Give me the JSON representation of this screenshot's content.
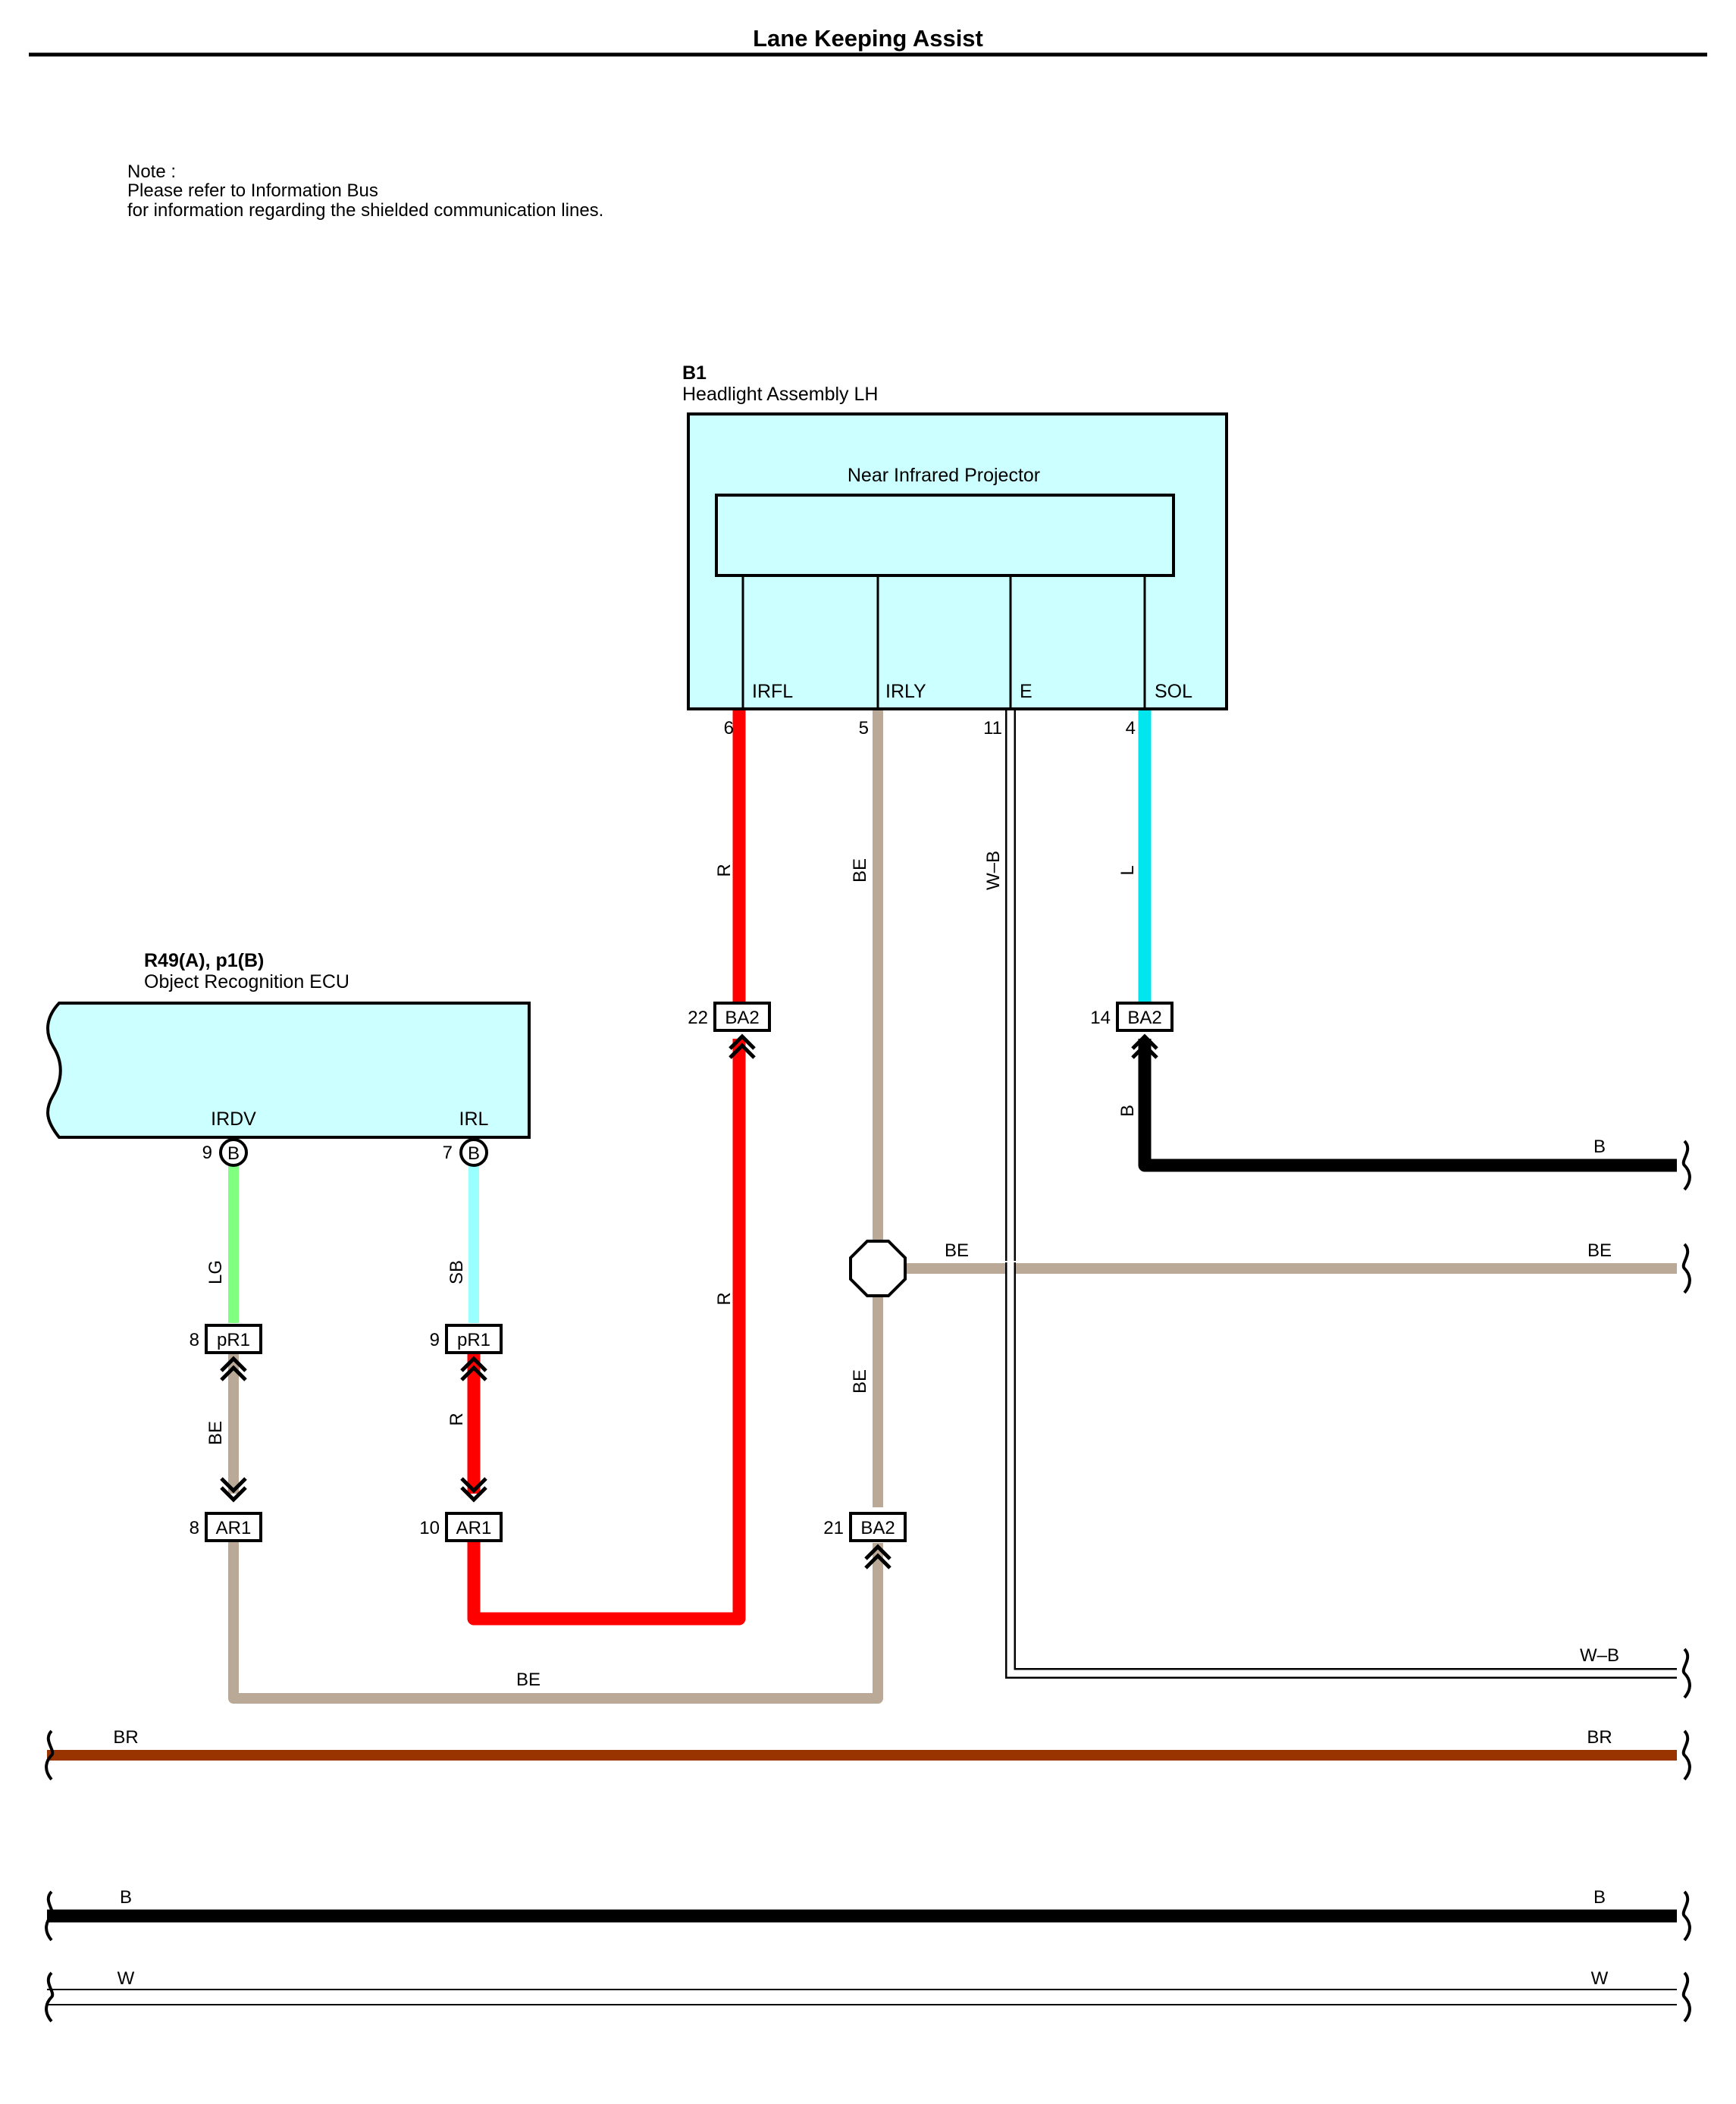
{
  "title": "Lane Keeping Assist",
  "note": {
    "line1": "Note :",
    "line2": "Please refer to Information Bus",
    "line3": "for information regarding the shielded communication lines."
  },
  "headlight": {
    "code": "B1",
    "name": "Headlight Assembly LH",
    "inner": "Near Infrared Projector",
    "terms": [
      {
        "name": "IRFL",
        "pin": "6"
      },
      {
        "name": "IRLY",
        "pin": "5"
      },
      {
        "name": "E",
        "pin": "11"
      },
      {
        "name": "SOL",
        "pin": "4"
      }
    ]
  },
  "ecu": {
    "code": "R49(A), p1(B)",
    "name": "Object Recognition ECU",
    "terms": [
      {
        "name": "IRDV",
        "pin": "9",
        "conn": "B"
      },
      {
        "name": "IRL",
        "pin": "7",
        "conn": "B"
      }
    ]
  },
  "connectors": {
    "ba2_22": {
      "pin": "22",
      "name": "BA2"
    },
    "ba2_14": {
      "pin": "14",
      "name": "BA2"
    },
    "ba2_21": {
      "pin": "21",
      "name": "BA2"
    },
    "pr1_8": {
      "pin": "8",
      "name": "pR1"
    },
    "pr1_9": {
      "pin": "9",
      "name": "pR1"
    },
    "ar1_8": {
      "pin": "8",
      "name": "AR1"
    },
    "ar1_10": {
      "pin": "10",
      "name": "AR1"
    }
  },
  "wire_labels": {
    "irfl_upper": "R",
    "irfl_lower": "R",
    "irly_upper": "BE",
    "irly_lower": "BE",
    "e": "W–B",
    "sol": "L",
    "sol_lower": "B",
    "irdv": "LG",
    "irdv_lower": "BE",
    "irl": "SB",
    "irl_lower": "R",
    "b_right": "B",
    "splice_be_left": "BE",
    "splice_be_right": "BE",
    "wb_right": "W–B",
    "bottom_be": "BE",
    "br_left": "BR",
    "br_right": "BR",
    "b2_left": "B",
    "b2_right": "B",
    "w_left": "W",
    "w_right": "W"
  },
  "colors": {
    "R": "#ff0000",
    "BE": "#bba998",
    "L": "#00e5ee",
    "B": "#000000",
    "LG": "#80ff80",
    "SB": "#99ffff",
    "BR": "#993300",
    "W": "#ffffff",
    "component_fill": "#ccffff"
  }
}
